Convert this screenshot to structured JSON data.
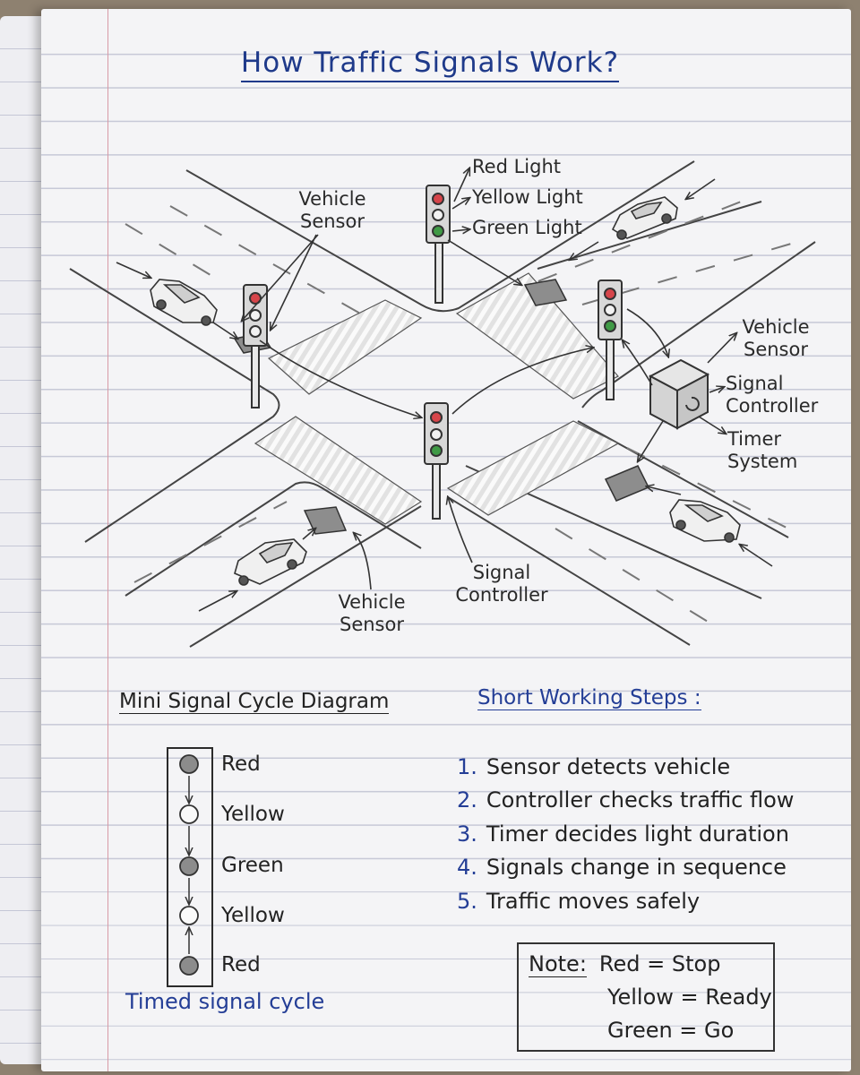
{
  "title": "How Traffic Signals Work?",
  "labels": {
    "red_light": "Red Light",
    "yellow_light": "Yellow Light",
    "green_light": "Green Light",
    "vehicle_sensor_top": "Vehicle Sensor",
    "vehicle_sensor_right": "Vehicle Sensor",
    "vehicle_sensor_bottom": "Vehicle Sensor",
    "signal_controller_right": "Signal Controller",
    "signal_controller_bottom": "Signal Controller",
    "timer_system": "Timer System"
  },
  "cycle": {
    "heading": "Mini Signal Cycle Diagram",
    "items": [
      {
        "label": "Red",
        "filled": true
      },
      {
        "label": "Yellow",
        "filled": false
      },
      {
        "label": "Green",
        "filled": true
      },
      {
        "label": "Yellow",
        "filled": false
      },
      {
        "label": "Red",
        "filled": true
      }
    ],
    "caption": "Timed signal cycle"
  },
  "steps": {
    "heading": "Short Working Steps :",
    "items": [
      {
        "num": "1.",
        "text": "Sensor detects vehicle"
      },
      {
        "num": "2.",
        "text": "Controller checks traffic flow"
      },
      {
        "num": "3.",
        "text": "Timer decides light duration"
      },
      {
        "num": "4.",
        "text": "Signals change in sequence"
      },
      {
        "num": "5.",
        "text": "Traffic moves safely"
      }
    ]
  },
  "note": {
    "key": "Note:",
    "lines": [
      "Red = Stop",
      "Yellow = Ready",
      "Green = Go"
    ]
  },
  "colors": {
    "ink": "#2b2b2b",
    "blue_ink": "#243e96",
    "red_lamp": "#d6454a",
    "green_lamp": "#3f9a45",
    "paper": "#f4f4f6"
  }
}
